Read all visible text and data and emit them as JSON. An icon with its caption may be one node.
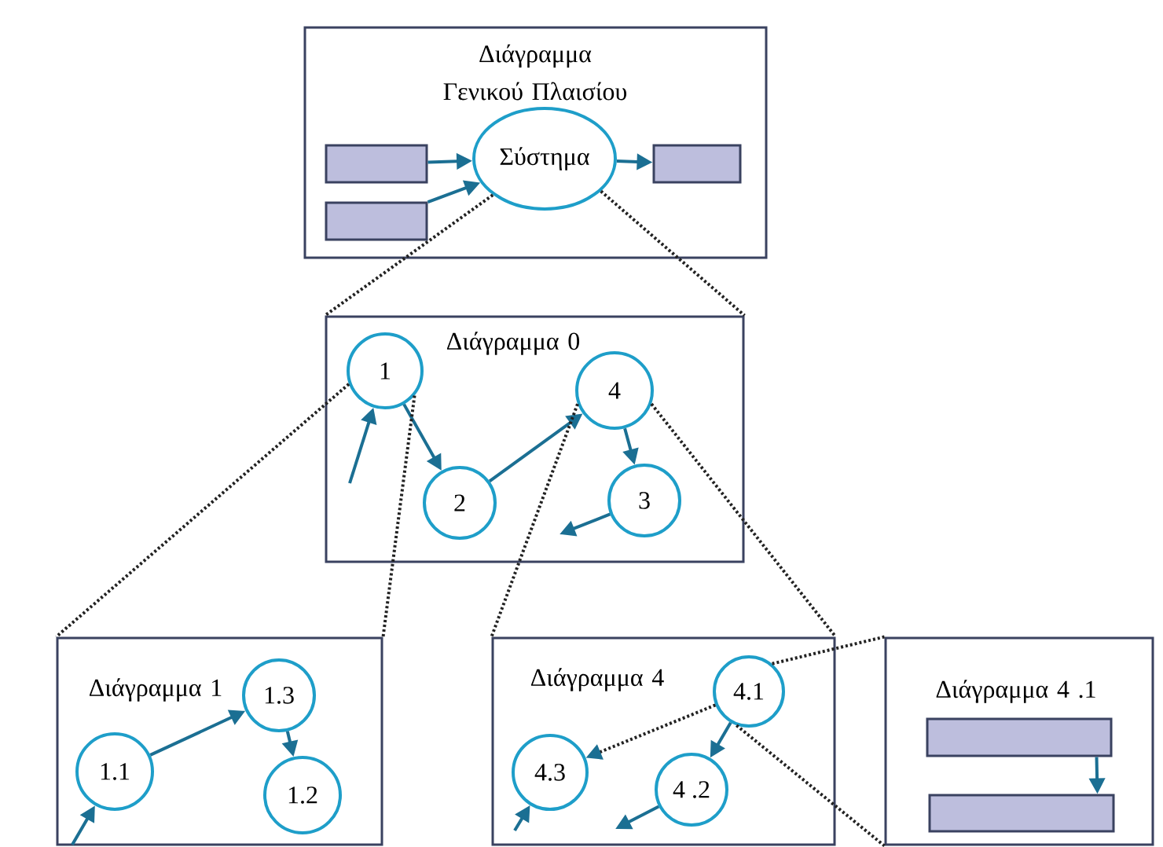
{
  "diagram": {
    "nodes": [
      {
        "text": [
          "Διάγραμμα Γενικού Πλαισίου"
        ]
      },
      {
        "text": [],
        "shape": "box",
        "in": 0
      },
      {
        "text": [],
        "shape": "box",
        "in": 0
      },
      {
        "text": [
          "Σύστημα"
        ],
        "in": 0
      },
      {
        "text": [],
        "shape": "box",
        "in": 0
      },
      {
        "text": [
          "Διάγραμμα 0"
        ]
      },
      {
        "text": [
          "1"
        ],
        "in": 5
      },
      {
        "text": [
          "2"
        ],
        "in": 5
      },
      {
        "text": [
          "4"
        ],
        "in": 5
      },
      {
        "text": [
          "3"
        ],
        "in": 5
      },
      {
        "text": [
          "Διάγραμμα 1"
        ]
      },
      {
        "text": [
          "1.1"
        ],
        "in": 10
      },
      {
        "text": [
          "1.3"
        ],
        "in": 10
      },
      {
        "text": [
          "1.2"
        ],
        "in": 10
      },
      {
        "text": [
          "Διάγραμμα 4"
        ]
      },
      {
        "text": [
          "4.1"
        ],
        "in": 14
      },
      {
        "text": [
          "4.3"
        ],
        "in": 14
      },
      {
        "text": [
          "4 .2"
        ],
        "in": 14
      },
      {
        "text": [
          "Διάγραμμα 4 .1"
        ]
      },
      {
        "text": [],
        "shape": "box",
        "in": 18
      },
      {
        "text": [],
        "shape": "box",
        "in": 18
      }
    ],
    "edges": [
      {
        "from": 1,
        "to": 3,
        "arrow": "to"
      },
      {
        "from": 2,
        "to": 3,
        "arrow": "to"
      },
      {
        "from": 3,
        "to": 4,
        "arrow": "to"
      },
      {
        "from": 3,
        "to": 5,
        "arrow": "none",
        "style": "dashed",
        "color": "#222222"
      },
      {
        "from": 3,
        "to": 5,
        "arrow": "none",
        "style": "dashed",
        "color": "#222222"
      },
      {
        "from": null,
        "to": 6,
        "arrow": "to"
      },
      {
        "from": 6,
        "to": 7,
        "arrow": "to"
      },
      {
        "from": 7,
        "to": 8,
        "arrow": "to"
      },
      {
        "from": 8,
        "to": 9,
        "arrow": "to"
      },
      {
        "from": 9,
        "to": null,
        "arrow": "to"
      },
      {
        "from": 6,
        "to": 10,
        "arrow": "none",
        "style": "dashed",
        "color": "#222222"
      },
      {
        "from": 6,
        "to": 10,
        "arrow": "none",
        "style": "dashed",
        "color": "#222222"
      },
      {
        "from": 8,
        "to": 14,
        "arrow": "none",
        "style": "dashed",
        "color": "#222222"
      },
      {
        "from": 8,
        "to": 14,
        "arrow": "none",
        "style": "dashed",
        "color": "#222222"
      },
      {
        "from": null,
        "to": 11,
        "arrow": "to"
      },
      {
        "from": 11,
        "to": 12,
        "arrow": "to"
      },
      {
        "from": 12,
        "to": 13,
        "arrow": "to"
      },
      {
        "from": null,
        "to": 16,
        "arrow": "to"
      },
      {
        "from": 15,
        "to": 16,
        "arrow": "to",
        "style": "dashed",
        "color": "#222222"
      },
      {
        "from": 15,
        "to": 17,
        "arrow": "to"
      },
      {
        "from": 17,
        "to": null,
        "arrow": "to"
      },
      {
        "from": 15,
        "to": 18,
        "arrow": "none",
        "style": "dashed",
        "color": "#222222"
      },
      {
        "from": 15,
        "to": 18,
        "arrow": "none",
        "style": "dashed",
        "color": "#222222"
      },
      {
        "from": 19,
        "to": 20,
        "arrow": "to"
      }
    ]
  }
}
